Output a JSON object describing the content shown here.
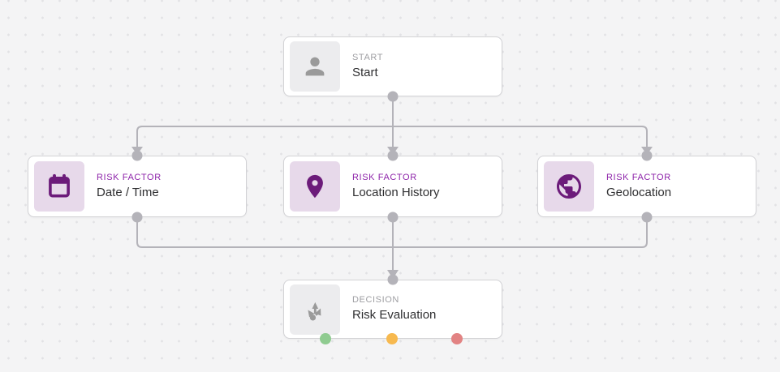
{
  "canvas": {
    "background": "#f4f4f5",
    "grid_dot_color": "#e2e2e5"
  },
  "nodes": [
    {
      "id": "start",
      "type_label": "START",
      "title": "Start",
      "icon": "person-icon",
      "theme": "gray"
    },
    {
      "id": "date-time",
      "type_label": "RISK FACTOR",
      "title": "Date / Time",
      "icon": "calendar-icon",
      "theme": "purple"
    },
    {
      "id": "location-history",
      "type_label": "RISK FACTOR",
      "title": "Location History",
      "icon": "location-pin-icon",
      "theme": "purple"
    },
    {
      "id": "geolocation",
      "type_label": "RISK FACTOR",
      "title": "Geolocation",
      "icon": "globe-icon",
      "theme": "purple"
    },
    {
      "id": "risk-evaluation",
      "type_label": "DECISION",
      "title": "Risk Evaluation",
      "icon": "split-arrows-icon",
      "theme": "gray",
      "outputs": [
        "#8fcb90",
        "#f7b94f",
        "#e28383"
      ]
    }
  ],
  "edges": [
    {
      "from": "Start",
      "to": "Date / Time"
    },
    {
      "from": "Start",
      "to": "Location History"
    },
    {
      "from": "Start",
      "to": "Geolocation"
    },
    {
      "from": "Date / Time",
      "to": "Risk Evaluation"
    },
    {
      "from": "Location History",
      "to": "Risk Evaluation"
    },
    {
      "from": "Geolocation",
      "to": "Risk Evaluation"
    }
  ],
  "colors": {
    "card_bg": "#ffffff",
    "card_border": "#d2d2d5",
    "edge": "#b4b3b9",
    "risk_label": "#8e24aa",
    "muted_label": "#9e9ea2",
    "title_text": "#2f2f31",
    "purple_icon": "#6c1b7a",
    "purple_icon_bg": "#e7d9ea",
    "gray_icon": "#9a9a9a",
    "gray_icon_bg": "#ececee",
    "output_green": "#8fcb90",
    "output_orange": "#f7b94f",
    "output_red": "#e28383"
  }
}
